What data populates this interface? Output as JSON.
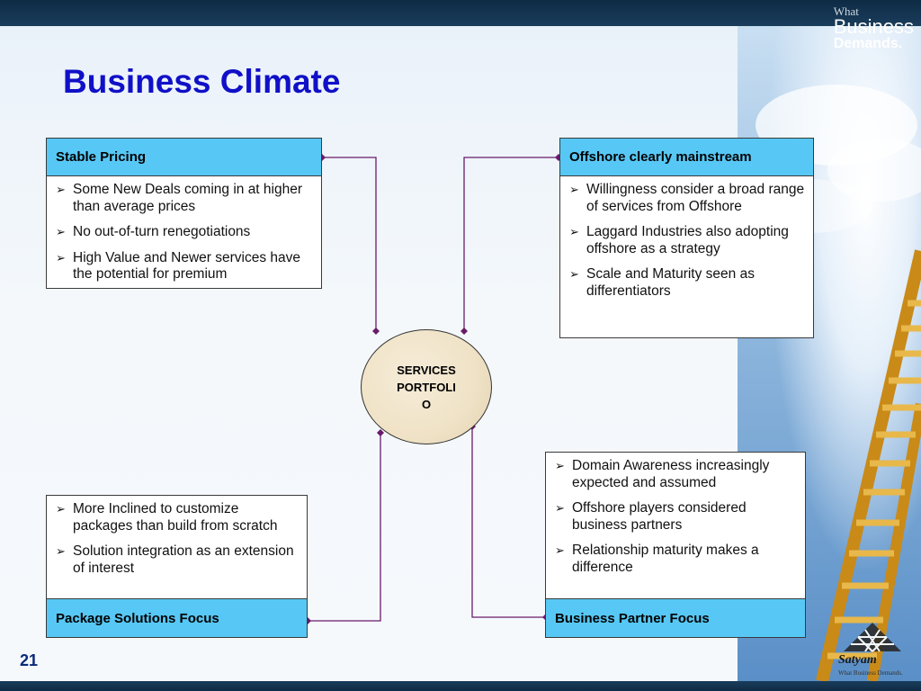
{
  "slide": {
    "title": "Business Climate",
    "page_number": "21",
    "brand": {
      "what": "What",
      "business": "Business",
      "demands": "Demands."
    },
    "footer_logo": {
      "name": "Satyam",
      "tagline": "What Business Demands."
    },
    "center": {
      "label": "SERVICES PORTFOLIO"
    },
    "boxes": {
      "stable_pricing": {
        "header": "Stable Pricing",
        "bullets": [
          "Some New Deals coming in at higher than average prices",
          "No out-of-turn renegotiations",
          "High Value and Newer services have the potential for premium"
        ]
      },
      "offshore": {
        "header": "Offshore clearly mainstream",
        "bullets": [
          "Willingness  consider a broad range of services from Offshore",
          "Laggard Industries also adopting offshore as a strategy",
          "Scale and Maturity seen as differentiators"
        ]
      },
      "package": {
        "header": "Package Solutions Focus",
        "bullets": [
          "More Inclined to customize packages than build from scratch",
          "Solution integration as an extension of  interest"
        ]
      },
      "partner": {
        "header": "Business Partner Focus",
        "bullets": [
          "Domain Awareness increasingly expected and assumed",
          "Offshore players considered business partners",
          "Relationship maturity makes a difference"
        ]
      }
    },
    "colors": {
      "title": "#1010c8",
      "header_fill": "#57c8f5",
      "connector": "#6a1b6a",
      "bar": "#0e2b44"
    }
  }
}
